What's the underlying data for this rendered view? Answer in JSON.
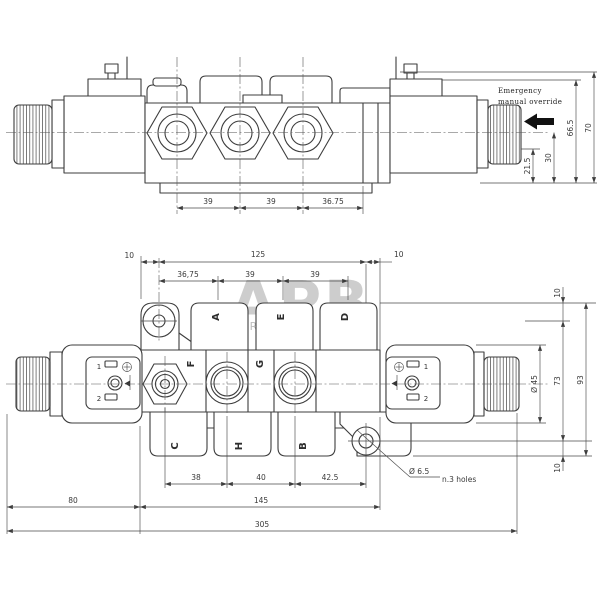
{
  "watermark": {
    "logo": "APB",
    "subtitle": "AGRO PARTS BALTIJA"
  },
  "top_view": {
    "note_line1": "Emergency",
    "note_line2": "manual override",
    "dim_port_spacing_1": "39",
    "dim_port_spacing_2": "39",
    "dim_port_to_edge": "36.75",
    "dim_knob_offset": "21.5",
    "dim_center_to_base": "30",
    "dim_coil_top_to_base": "66.5",
    "dim_overall_height": "70"
  },
  "bottom_view": {
    "port_labels": {
      "top": [
        "A",
        "E",
        "D"
      ],
      "mid": [
        "F",
        "G"
      ],
      "bottom": [
        "C",
        "H",
        "B"
      ]
    },
    "connector_left": {
      "pin1": "1",
      "pin2": "2"
    },
    "connector_right": {
      "pin1": "1",
      "pin2": "2"
    },
    "dim_edge_to_hole": "10",
    "dim_hole_to_hole": "125",
    "dim_hole_to_edge": "10",
    "dim_hole_to_port_a": "36,75",
    "dim_port_a_to_e": "39",
    "dim_port_e_to_d": "39",
    "dim_hex_to_f": "38",
    "dim_f_to_g": "40",
    "dim_g_to_hole": "42.5",
    "dim_knob_to_body": "80",
    "dim_body_length": "145",
    "dim_overall_length": "305",
    "dim_top_edge_to_hole": "10",
    "dim_hole_span": "73",
    "dim_body_width": "93",
    "dim_hole_to_bottom_edge": "10",
    "dim_coil_diameter": "Ø 45",
    "hole_note_diameter": "Ø 6.5",
    "hole_note_count": "n.3 holes"
  }
}
